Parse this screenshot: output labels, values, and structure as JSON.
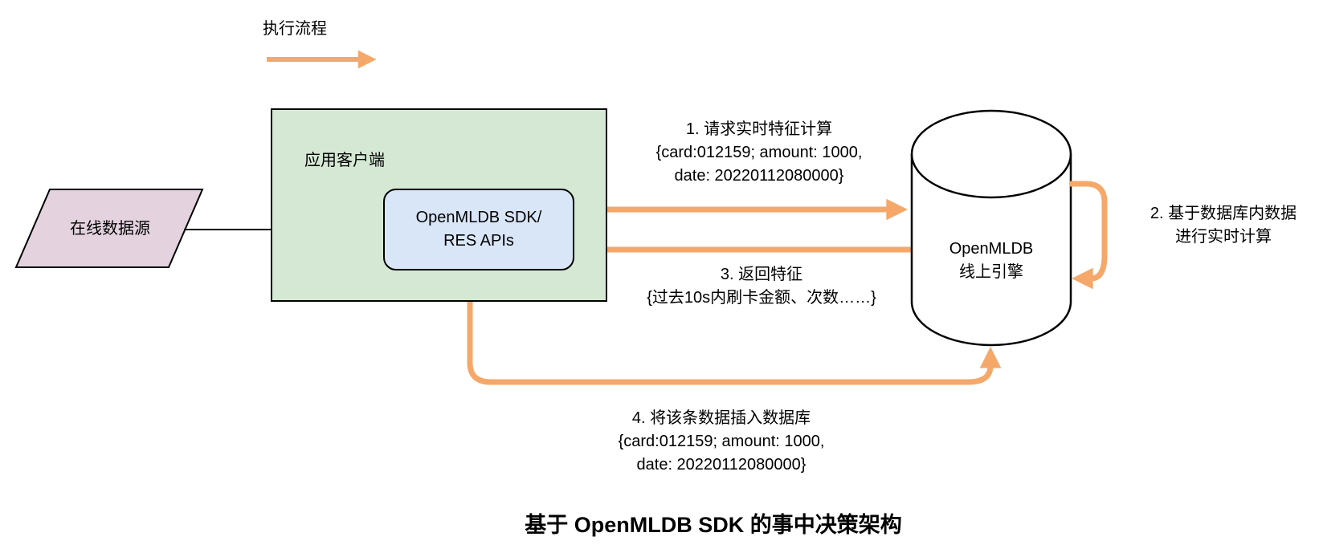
{
  "title": "基于 OpenMLDB SDK 的事中决策架构",
  "legend": {
    "label": "执行流程"
  },
  "colors": {
    "flow_arrow_orange": "#F5A869",
    "client_box_green": "#D5E8D4",
    "sdk_box_blue": "#D9E6F8",
    "data_source_purple": "#E4D3DF",
    "engine_fill_white": "#FFFFFF",
    "outline_black": "#000000"
  },
  "nodes": {
    "online_data_source": {
      "label": "在线数据源"
    },
    "app_client": {
      "label": "应用客户端"
    },
    "sdk": {
      "lines": [
        "OpenMLDB SDK/",
        "RES APIs"
      ]
    },
    "online_engine": {
      "lines": [
        "OpenMLDB",
        "线上引擎"
      ]
    }
  },
  "steps": {
    "step1": {
      "lines": [
        "1. 请求实时特征计算",
        "{card:012159; amount: 1000,",
        "date: 20220112080000}"
      ]
    },
    "step2": {
      "lines": [
        "2. 基于数据库内数据",
        "进行实时计算"
      ]
    },
    "step3": {
      "lines": [
        "3. 返回特征",
        "{过去10s内刷卡金额、次数……}"
      ]
    },
    "step4": {
      "lines": [
        "4. 将该条数据插入数据库",
        "{card:012159; amount: 1000,",
        "date: 20220112080000}"
      ]
    }
  }
}
